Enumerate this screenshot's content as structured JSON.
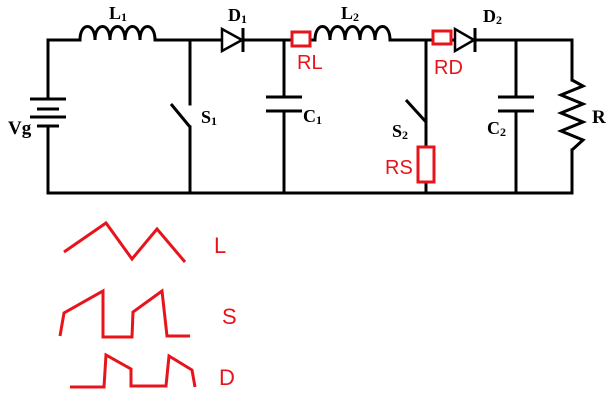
{
  "colors": {
    "wire": "#000000",
    "annotation": "#e8141b",
    "background": "#ffffff"
  },
  "circuit": {
    "source": {
      "label": "Vg",
      "icon": "dc-voltage-source-icon"
    },
    "inductor1": {
      "letter": "L",
      "sub": "1",
      "icon": "inductor-coil-icon"
    },
    "diode1": {
      "letter": "D",
      "sub": "1",
      "icon": "diode-icon"
    },
    "switch1": {
      "letter": "S",
      "sub": "1",
      "icon": "switch-icon"
    },
    "capacitor1": {
      "letter": "C",
      "sub": "1",
      "icon": "capacitor-icon"
    },
    "inductor2": {
      "letter": "L",
      "sub": "2",
      "icon": "inductor-coil-icon"
    },
    "diode2": {
      "letter": "D",
      "sub": "2",
      "icon": "diode-icon"
    },
    "switch2": {
      "letter": "S",
      "sub": "2",
      "icon": "switch-icon"
    },
    "capacitor2": {
      "letter": "C",
      "sub": "2",
      "icon": "capacitor-icon"
    },
    "load": {
      "label": "R",
      "icon": "resistor-icon"
    }
  },
  "annotations": {
    "rl": "RL",
    "rd": "RD",
    "rs": "RS"
  },
  "waveforms": {
    "inductor": {
      "label": "L",
      "shape": "triangle"
    },
    "switch": {
      "label": "S",
      "shape": "ramp-pulse"
    },
    "diode": {
      "label": "D",
      "shape": "ramp-pulse"
    }
  }
}
